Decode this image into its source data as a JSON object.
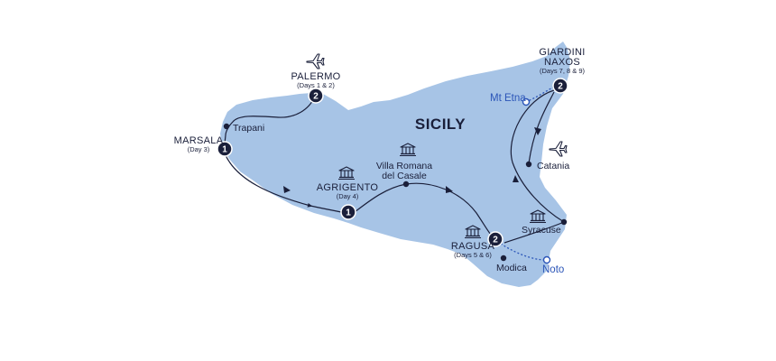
{
  "map": {
    "island_name": "SICILY",
    "colors": {
      "land": "#a7c4e6",
      "route": "#1a1f3a",
      "excursion": "#2b55b8",
      "stop_marker": "#1a1f3a"
    },
    "stops": [
      {
        "name": "PALERMO",
        "days": "(Days 1 & 2)",
        "number": "2",
        "icon": "plane-icon"
      },
      {
        "name": "MARSALA",
        "days": "(Day 3)",
        "number": "1"
      },
      {
        "name": "AGRIGENTO",
        "days": "(Day 4)",
        "number": "1",
        "icon": "temple-icon"
      },
      {
        "name": "RAGUSA",
        "days": "(Days 5 & 6)",
        "number": "2",
        "icon": "temple-icon"
      },
      {
        "name": "GIARDINI",
        "name_line2": "NAXOS",
        "days": "(Days 7, 8 & 9)",
        "number": "2"
      }
    ],
    "places": {
      "trapani": "Trapani",
      "villa_line1": "Villa Romana",
      "villa_line2": "del Casale",
      "modica": "Modica",
      "syracuse": "Syracuse",
      "catania": "Catania"
    },
    "excursions": {
      "mt_etna": "Mt Etna",
      "noto": "Noto"
    },
    "icons": {
      "catania_airport": "plane-icon",
      "villa": "temple-icon",
      "syracuse": "temple-icon"
    }
  }
}
